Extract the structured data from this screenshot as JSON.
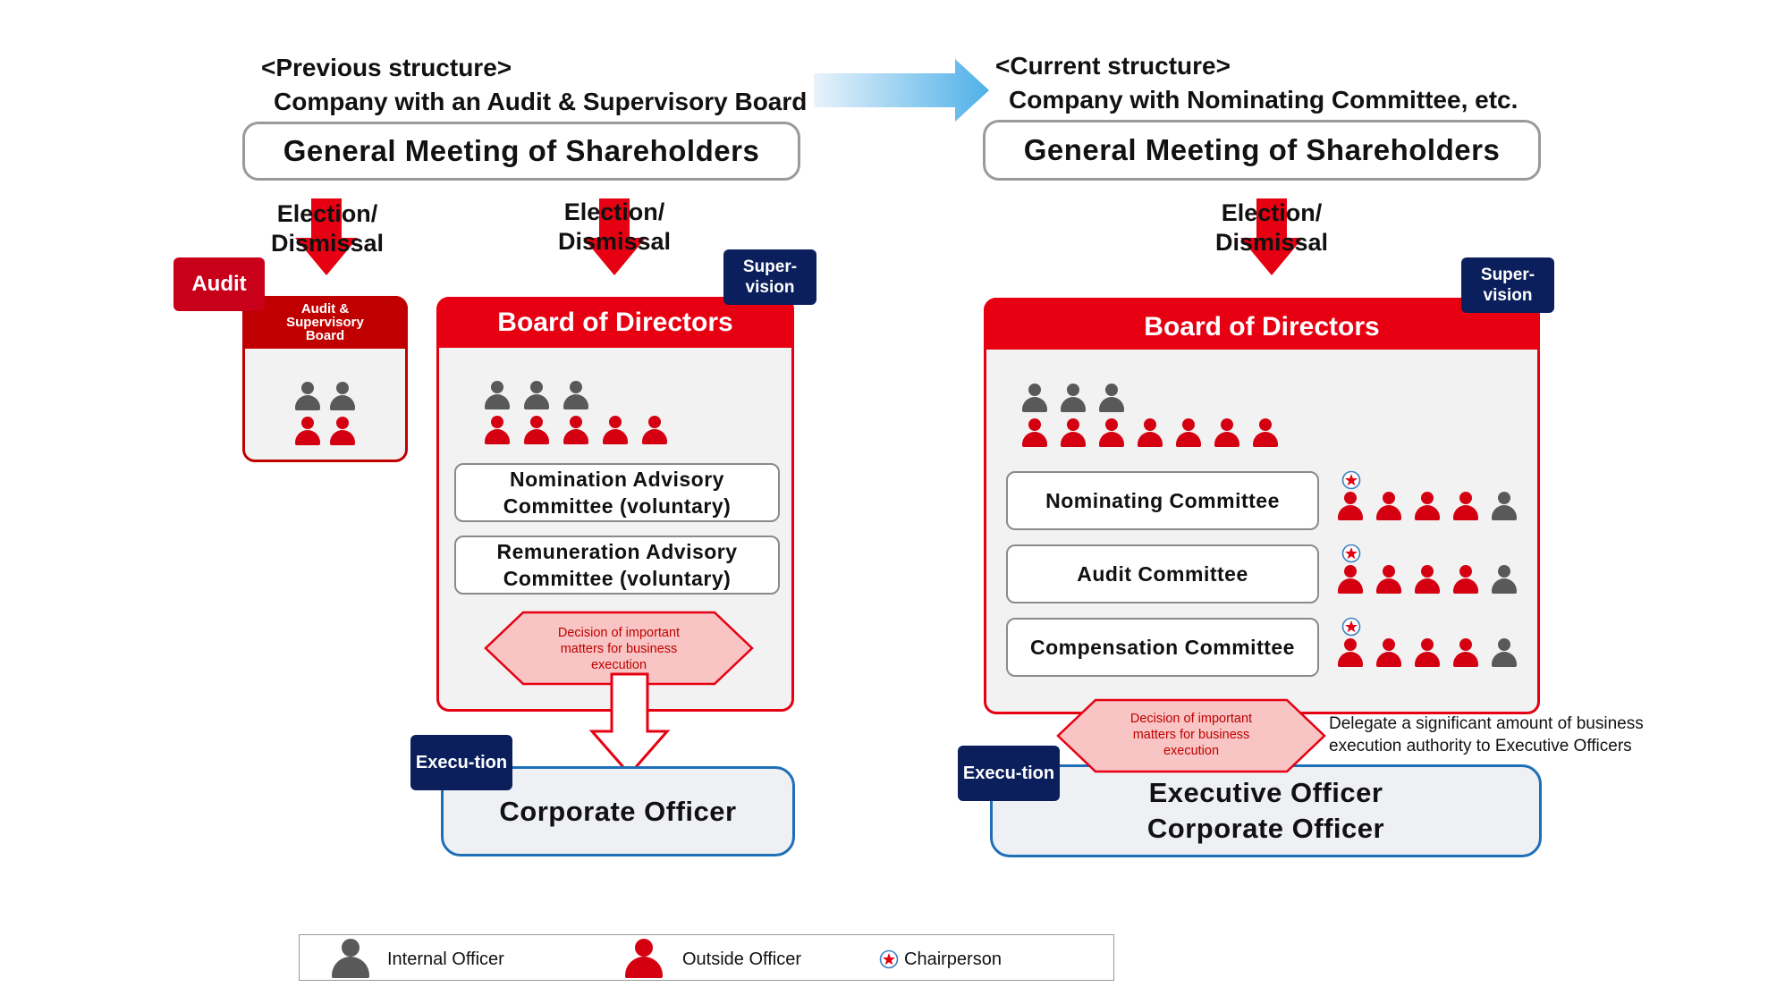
{
  "previous": {
    "title": "<Previous structure>",
    "subtitle": "Company with an Audit & Supervisory Board",
    "gms": "General Meeting of Shareholders",
    "election_left": "Election/ Dismissal",
    "election_right": "Election/ Dismissal",
    "audit_tag": "Audit",
    "asb_title": "Audit & Supervisory Board",
    "asb_internal_count": 2,
    "asb_outside_count": 2,
    "board_title": "Board of Directors",
    "supervision_tag": "Super-vision",
    "board_internal_count": 3,
    "board_outside_count": 5,
    "committees": [
      "Nomination Advisory Committee (voluntary)",
      "Remuneration Advisory Committee (voluntary)"
    ],
    "decision": "Decision of important matters for business execution",
    "execution_tag": "Execu-tion",
    "officer": "Corporate Officer"
  },
  "current": {
    "title": "<Current structure>",
    "subtitle": "Company with Nominating Committee, etc.",
    "gms": "General Meeting of Shareholders",
    "election": "Election/ Dismissal",
    "board_title": "Board of Directors",
    "supervision_tag": "Super-vision",
    "board_internal_count": 3,
    "board_outside_count": 7,
    "committees": [
      {
        "label": "Nominating Committee",
        "outside": 4,
        "internal": 1,
        "chair": "outside"
      },
      {
        "label": "Audit Committee",
        "outside": 4,
        "internal": 1,
        "chair": "outside"
      },
      {
        "label": "Compensation Committee",
        "outside": 4,
        "internal": 1,
        "chair": "outside"
      }
    ],
    "decision": "Decision of important matters for business execution",
    "delegate": "Delegate a significant amount of business execution authority to Executive Officers",
    "execution_tag": "Execu-tion",
    "officer_line1": "Executive Officer",
    "officer_line2": "Corporate Officer"
  },
  "legend": {
    "internal": "Internal Officer",
    "outside": "Outside Officer",
    "chair": "Chairperson"
  },
  "colors": {
    "red": "#e60012",
    "navy": "#0a1f5c",
    "blue_border": "#1e6fb8",
    "grey_person": "#595959",
    "red_person": "#d40011"
  }
}
